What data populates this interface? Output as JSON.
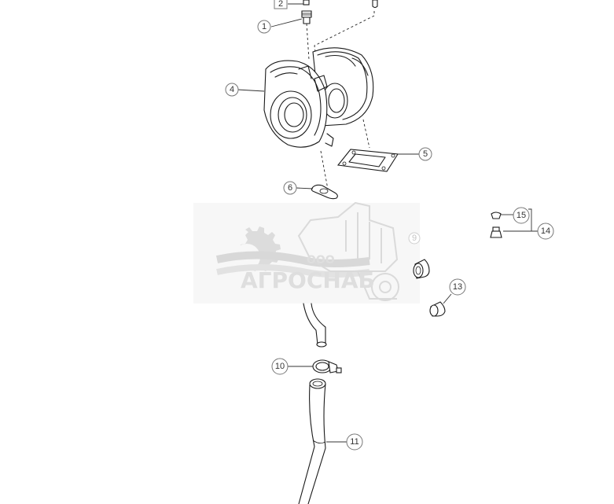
{
  "watermark": {
    "company_prefix": "ООО",
    "company_name": "АГРОСНАБ"
  },
  "callouts": [
    {
      "id": "c1",
      "label": "1"
    },
    {
      "id": "c2",
      "label": "2"
    },
    {
      "id": "c4",
      "label": "4"
    },
    {
      "id": "c5",
      "label": "5"
    },
    {
      "id": "c6",
      "label": "6"
    },
    {
      "id": "c9",
      "label": "9"
    },
    {
      "id": "c10",
      "label": "10"
    },
    {
      "id": "c11",
      "label": "11"
    },
    {
      "id": "c13",
      "label": "13"
    },
    {
      "id": "c14",
      "label": "14"
    },
    {
      "id": "c15",
      "label": "15"
    }
  ]
}
